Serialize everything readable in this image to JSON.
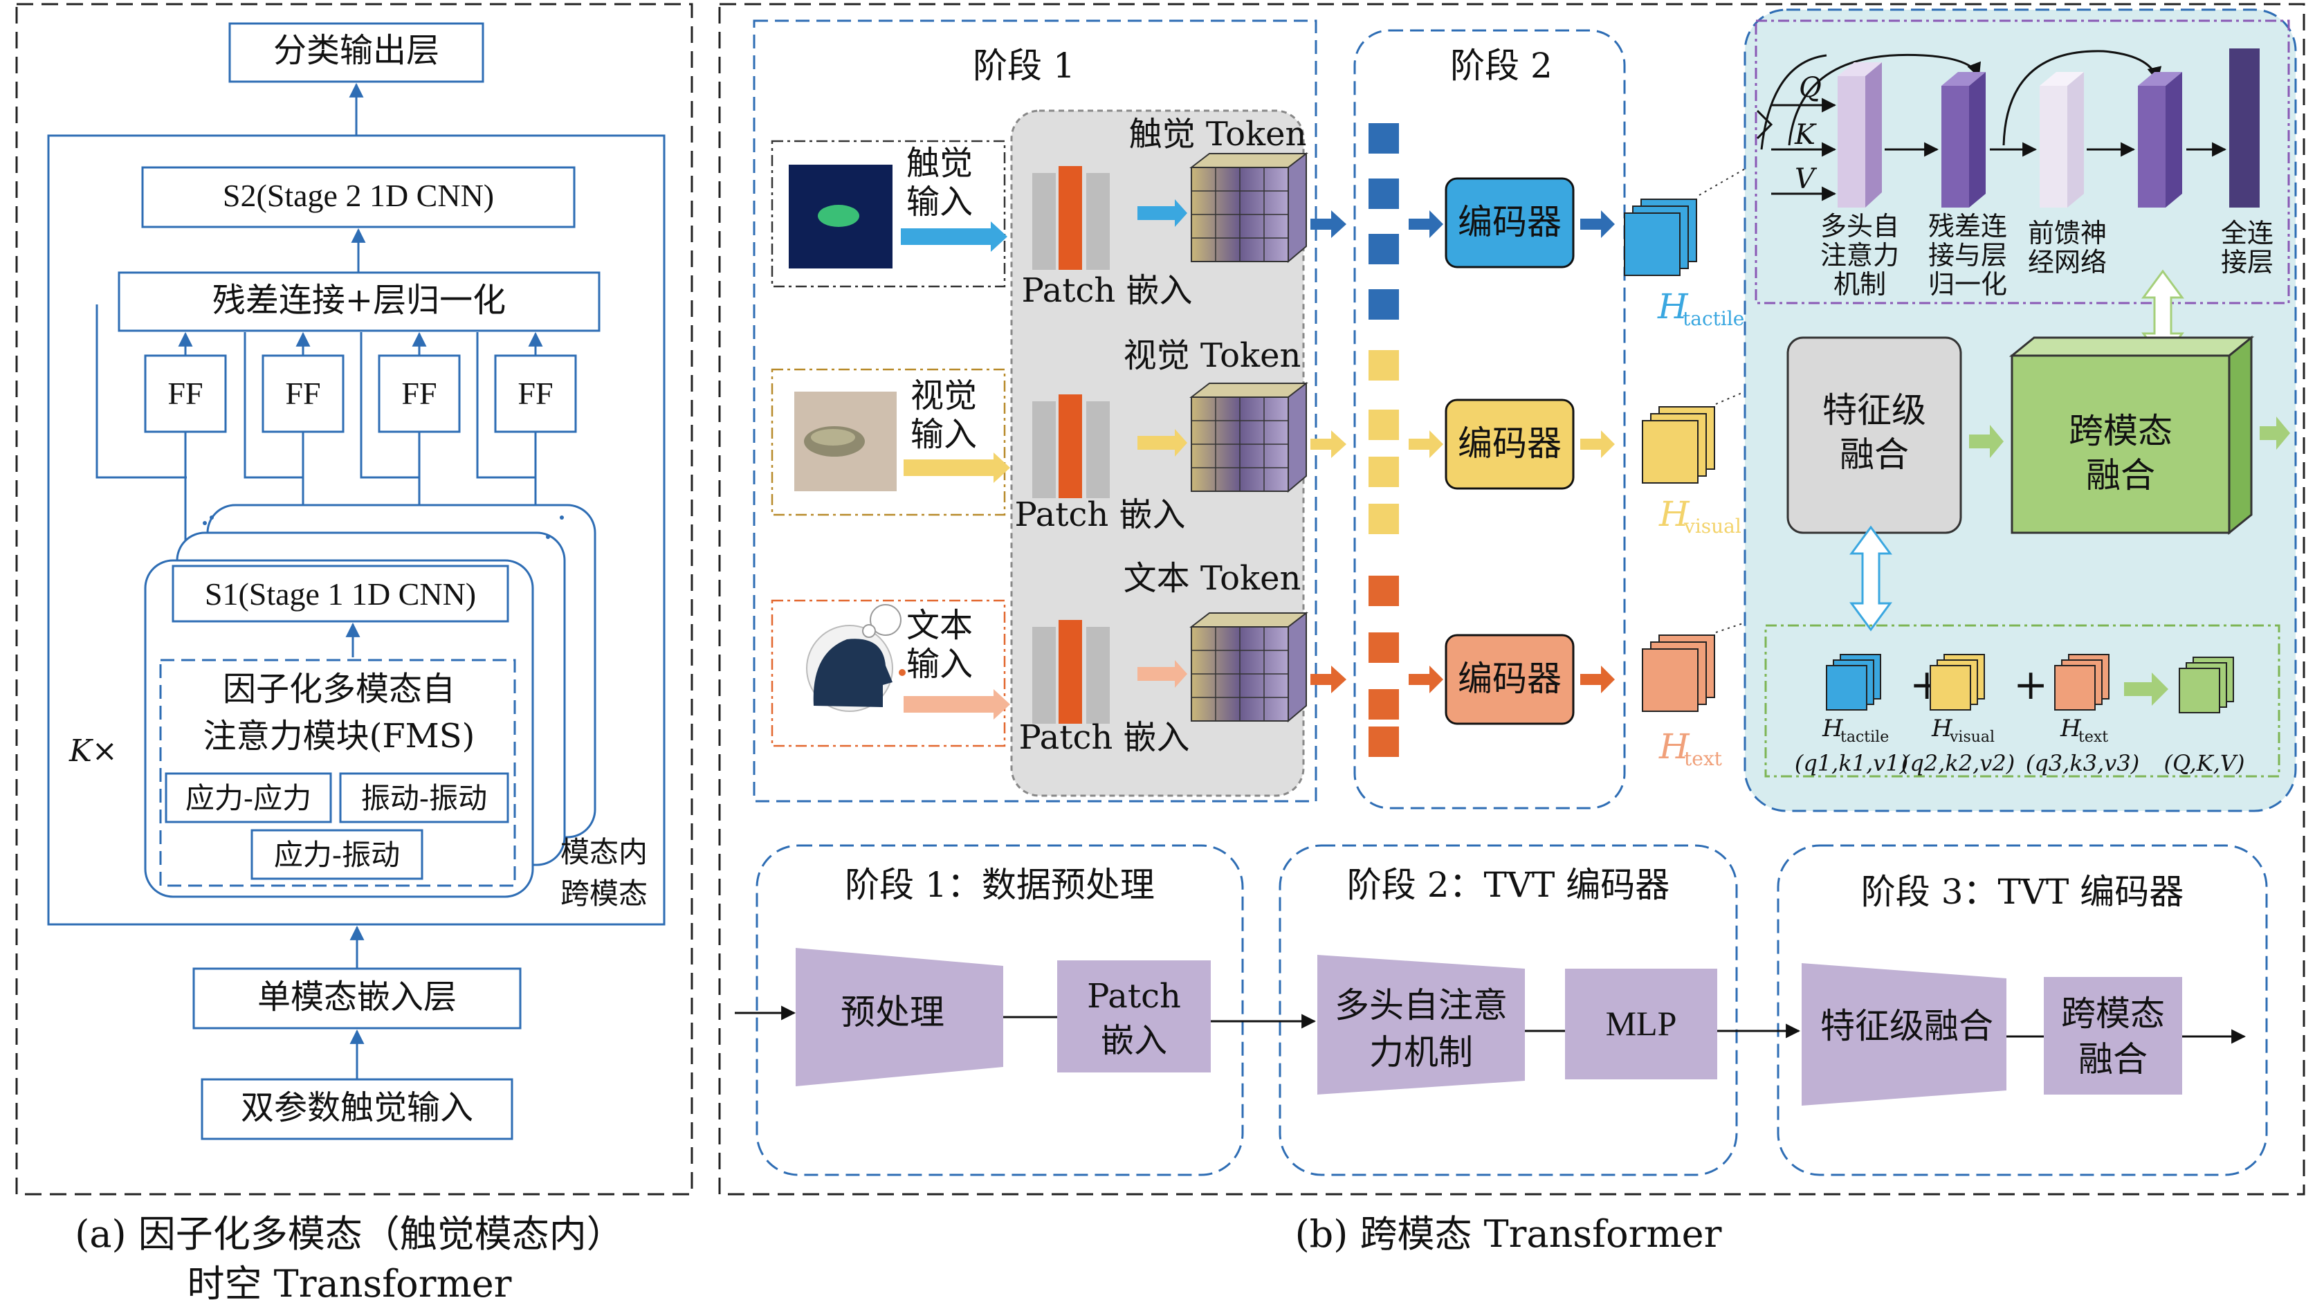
{
  "panel_a": {
    "output_layer": "分类输出层",
    "s2_block": "S2(Stage 2 1D CNN)",
    "residual_norm": "残差连接+层归一化",
    "ff_labels": [
      "FF",
      "FF",
      "FF",
      "FF"
    ],
    "repeat_label": "K×",
    "s1_block": "S1(Stage 1 1D CNN)",
    "fms_line1": "因子化多模态自",
    "fms_line2": "注意力模块(FMS)",
    "pair_stress_stress": "应力-应力",
    "pair_vib_vib": "振动-振动",
    "pair_stress_vib": "应力-振动",
    "side_line1": "模态内",
    "side_line2": "跨模态",
    "embed_layer": "单模态嵌入层",
    "input_layer": "双参数触觉输入",
    "caption_line1": "(a) 因子化多模态（触觉模态内）",
    "caption_line2": "时空 Transformer"
  },
  "panel_b": {
    "stage1_title": "阶段 1",
    "stage2_title": "阶段 2",
    "tactile_input": [
      "触觉",
      "输入"
    ],
    "visual_input": [
      "视觉",
      "输入"
    ],
    "text_input": [
      "文本",
      "输入"
    ],
    "tactile_token": "触觉 Token",
    "visual_token": "视觉 Token",
    "text_token": "文本 Token",
    "patch_embed": "Patch 嵌入",
    "encoder": "编码器",
    "h_symbol": "H",
    "h_tactile_sub": "tactile",
    "h_visual_sub": "visual",
    "h_text_sub": "text",
    "q_label": "Q",
    "k_label": "K",
    "v_label": "V",
    "attn_labels": {
      "mhsa": [
        "多头自",
        "注意力",
        "机制"
      ],
      "resnorm": [
        "残差连",
        "接与层",
        "归一化"
      ],
      "ffn": [
        "前馈神",
        "经网络"
      ],
      "fc": [
        "全连",
        "接层"
      ]
    },
    "feature_fusion": [
      "特征级",
      "融合"
    ],
    "cross_fusion": [
      "跨模态",
      "融合"
    ],
    "plus": "+",
    "qkv_tactile": "(q1,k1,v1)",
    "qkv_visual": "(q2,k2,v2)",
    "qkv_text": "(q3,k3,v3)",
    "qkv_total": "(Q,K,V)",
    "bottom_stage1_title": "阶段 1：数据预处理",
    "bottom_stage2_title": "阶段 2：TVT 编码器",
    "bottom_stage3_title": "阶段 3：TVT 编码器",
    "preprocess": "预处理",
    "patch_embed_block": [
      "Patch",
      "嵌入"
    ],
    "mhsa_block": [
      "多头自注意",
      "力机制"
    ],
    "mlp_block": "MLP",
    "feature_fusion_block": "特征级融合",
    "cross_fusion_block": [
      "跨模态",
      "融合"
    ],
    "caption": "(b) 跨模态 Transformer"
  },
  "colors": {
    "blue_accent": "#2e6db4",
    "tactile": "#3aa7e0",
    "visual": "#f3d36b",
    "text": "#f0a07a",
    "green": "#a5cf7a",
    "purple_block": "#c0b1d4",
    "teal_bg": "#d7ecef"
  }
}
